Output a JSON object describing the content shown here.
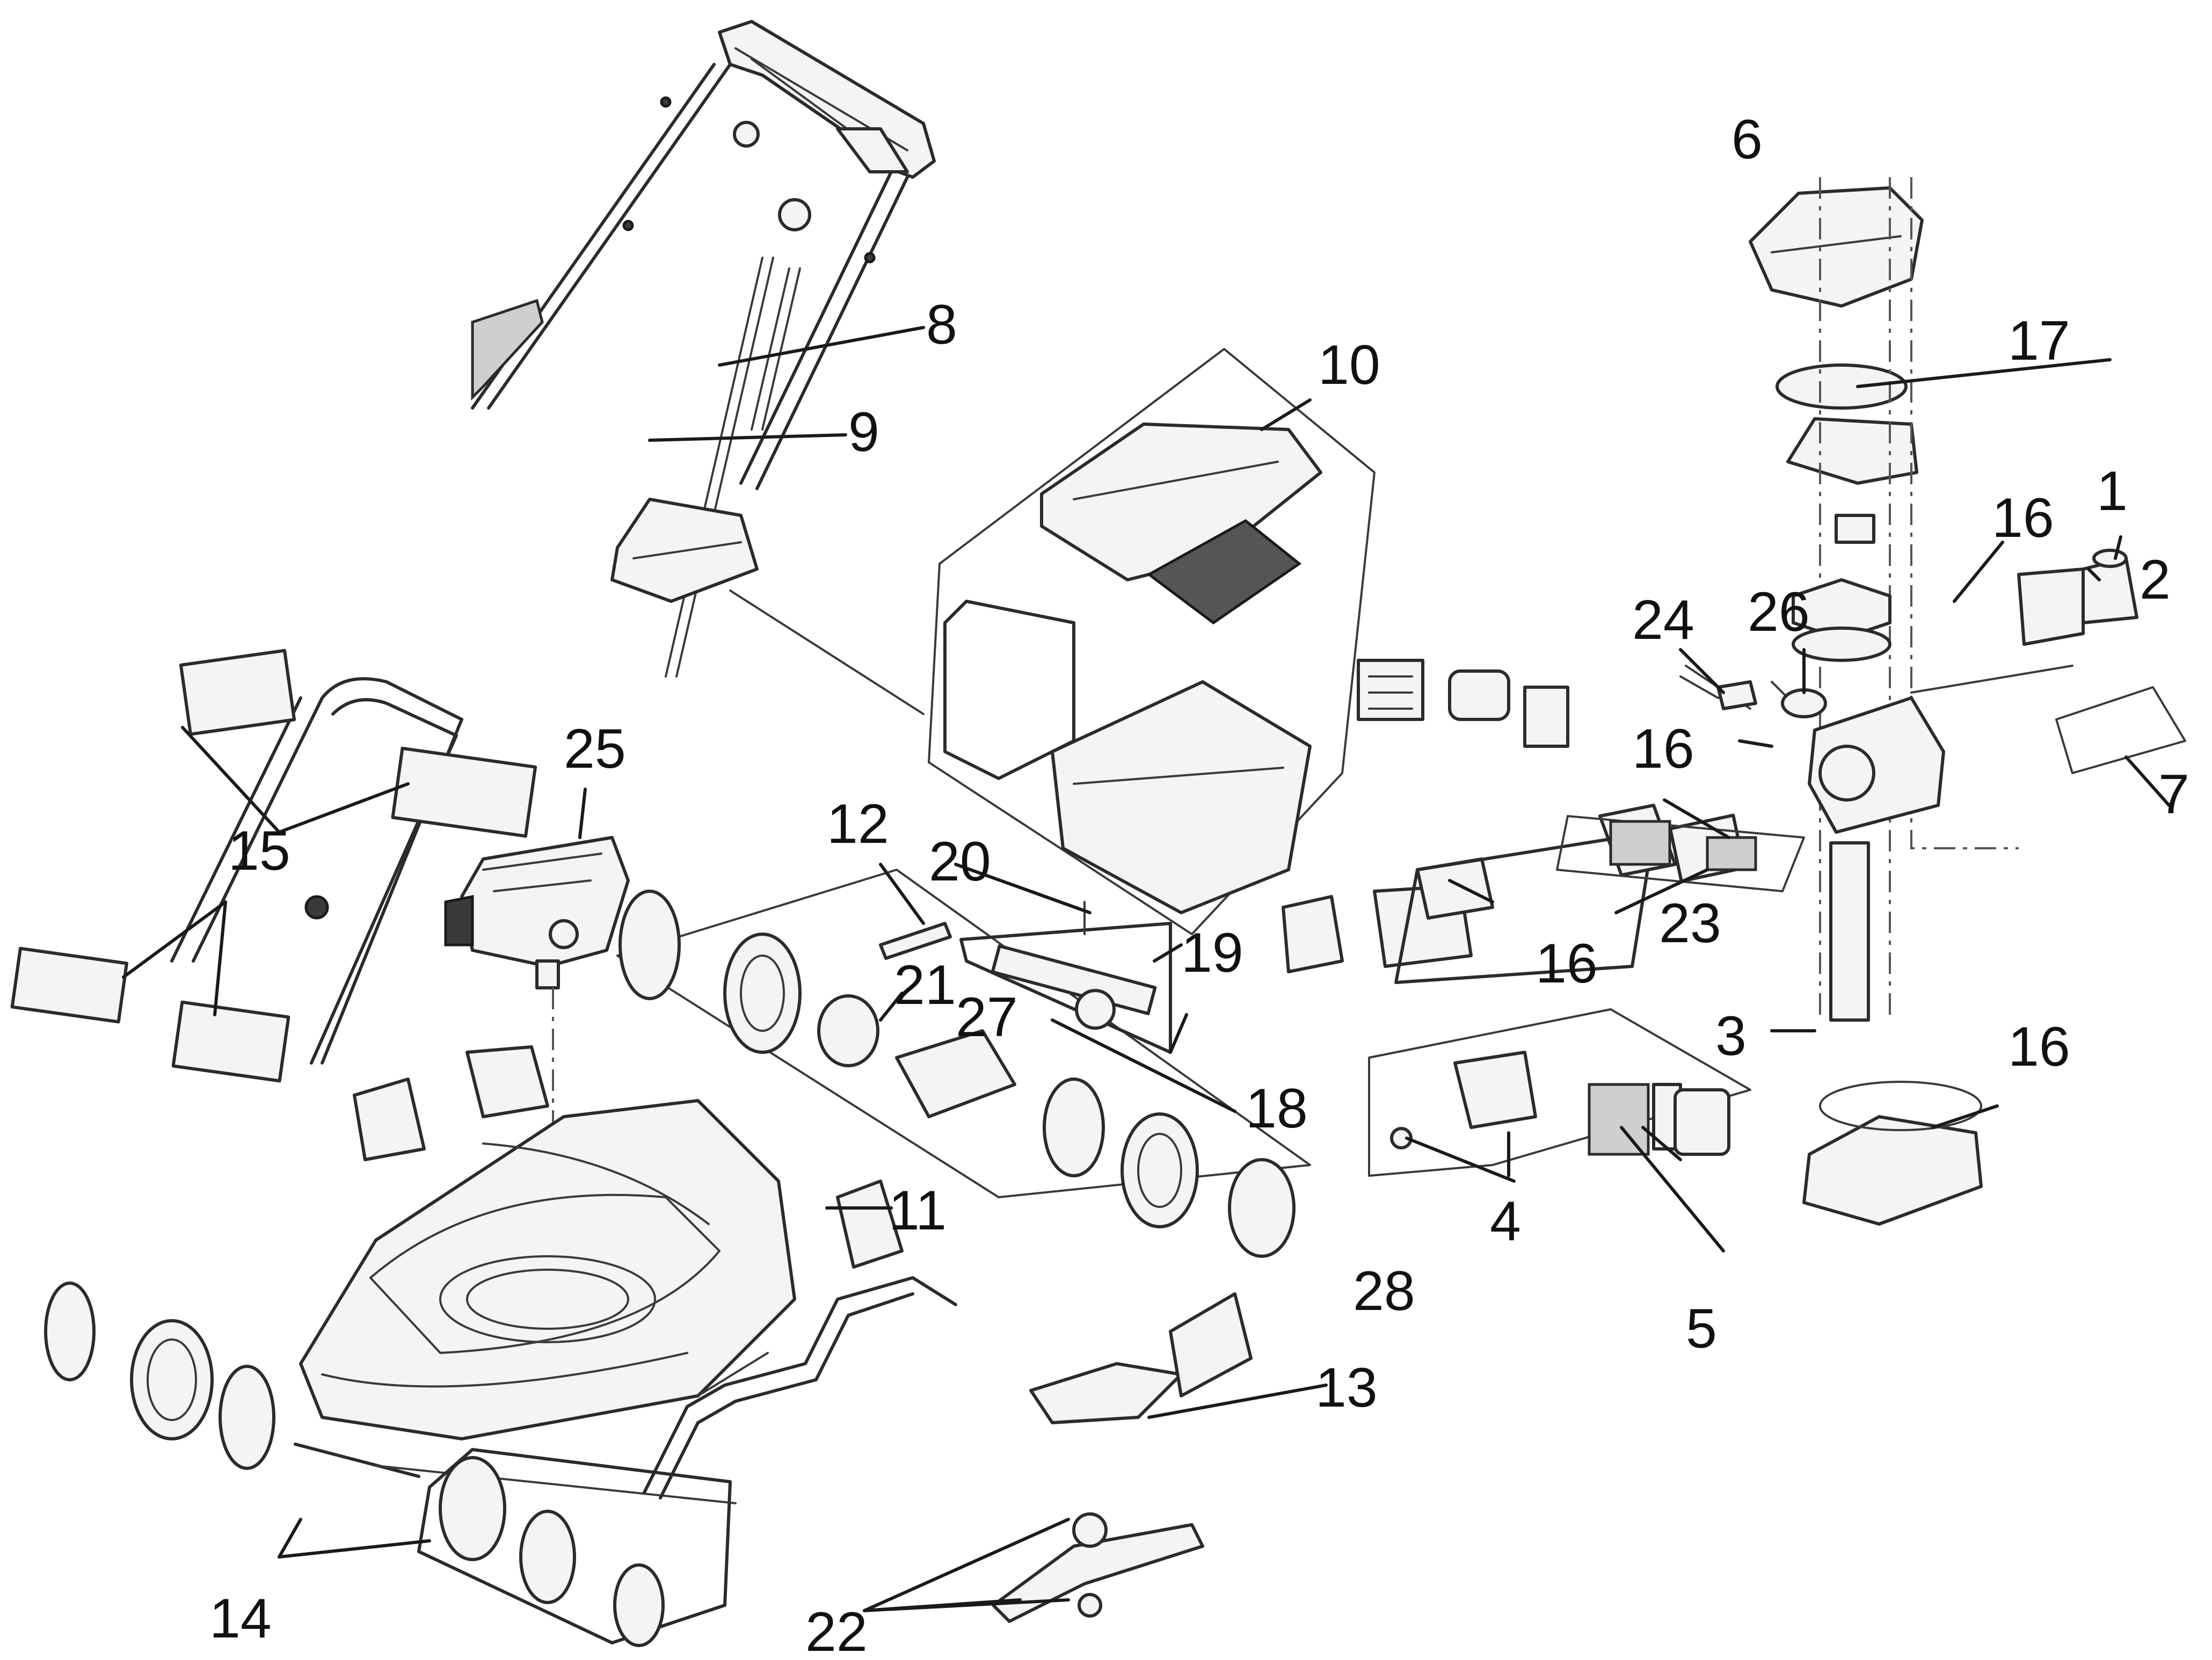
{
  "callouts": [
    {
      "id": "1",
      "text": "1"
    },
    {
      "id": "2",
      "text": "2"
    },
    {
      "id": "3",
      "text": "3"
    },
    {
      "id": "4",
      "text": "4"
    },
    {
      "id": "5",
      "text": "5"
    },
    {
      "id": "6",
      "text": "6"
    },
    {
      "id": "7",
      "text": "7"
    },
    {
      "id": "8",
      "text": "8"
    },
    {
      "id": "9",
      "text": "9"
    },
    {
      "id": "10",
      "text": "10"
    },
    {
      "id": "11a",
      "text": "11"
    },
    {
      "id": "11b",
      "text": "11"
    },
    {
      "id": "12",
      "text": "12"
    },
    {
      "id": "13",
      "text": "13"
    },
    {
      "id": "14",
      "text": "14"
    },
    {
      "id": "15a",
      "text": "15"
    },
    {
      "id": "15b",
      "text": "15"
    },
    {
      "id": "16a",
      "text": "16"
    },
    {
      "id": "16b",
      "text": "16"
    },
    {
      "id": "16c",
      "text": "16"
    },
    {
      "id": "16d",
      "text": "16"
    },
    {
      "id": "17",
      "text": "17"
    },
    {
      "id": "18",
      "text": "18"
    },
    {
      "id": "19",
      "text": "19"
    },
    {
      "id": "20",
      "text": "20"
    },
    {
      "id": "21",
      "text": "21"
    },
    {
      "id": "22",
      "text": "22"
    },
    {
      "id": "23",
      "text": "23"
    },
    {
      "id": "24",
      "text": "24"
    },
    {
      "id": "25",
      "text": "25"
    },
    {
      "id": "26",
      "text": "26"
    },
    {
      "id": "27",
      "text": "27"
    },
    {
      "id": "28",
      "text": "28"
    }
  ]
}
